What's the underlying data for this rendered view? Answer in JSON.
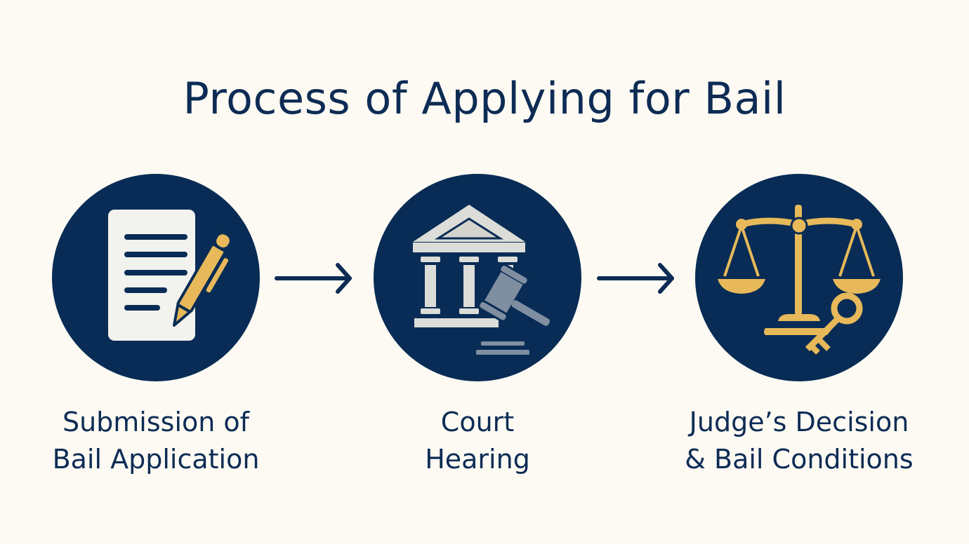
{
  "title": "Process of Applying for Bail",
  "colors": {
    "navy": "#082c55",
    "gold": "#e7b95a",
    "paper": "#f2f2ee",
    "gray": "#dcdcd8",
    "slate": "#7f8ea0",
    "background": "#fdfaf3"
  },
  "steps": [
    {
      "icon": "document-pen-icon",
      "label_line1": "Submission of",
      "label_line2": "Bail Application"
    },
    {
      "icon": "courthouse-gavel-icon",
      "label_line1": "Court",
      "label_line2": "Hearing"
    },
    {
      "icon": "scales-key-icon",
      "label_line1": "Judge’s Decision",
      "label_line2": "& Bail Conditions"
    }
  ],
  "arrows": [
    {
      "icon": "arrow-right-icon"
    },
    {
      "icon": "arrow-right-icon"
    }
  ]
}
